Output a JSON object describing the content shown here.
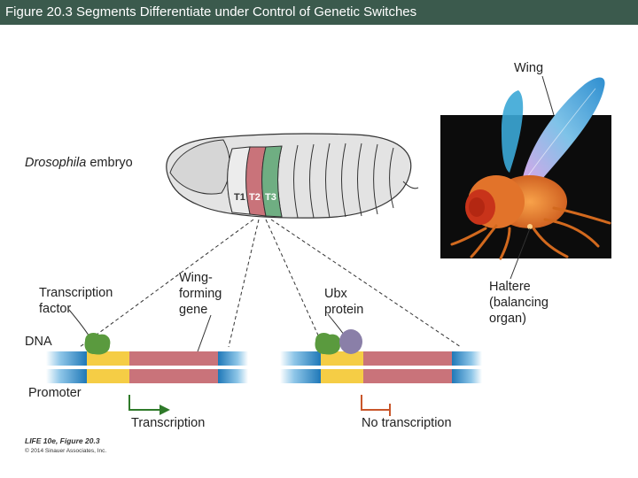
{
  "title": "Figure 20.3  Segments Differentiate under Control of Genetic Switches",
  "labels": {
    "embryo": {
      "italic": "Drosophila",
      "rest": " embryo"
    },
    "segments": [
      "T1",
      "T2",
      "T3"
    ],
    "wing": "Wing",
    "haltere": [
      "Haltere",
      "(balancing",
      "organ)"
    ],
    "transcription_factor": [
      "Transcription",
      "factor"
    ],
    "wing_forming_gene": [
      "Wing-",
      "forming",
      "gene"
    ],
    "ubx_protein": [
      "Ubx",
      "protein"
    ],
    "dna": "DNA",
    "promoter": "Promoter",
    "transcription": "Transcription",
    "no_transcription": "No transcription"
  },
  "credit": {
    "line1": "LIFE 10e, Figure 20.3",
    "line2": "© 2014 Sinauer Associates, Inc."
  },
  "colors": {
    "title_bar": "#3b5a4d",
    "t2_segment": "#c9737a",
    "t3_segment": "#6fae82",
    "promoter": "#f5cd45",
    "gene": "#c9737a",
    "dna_flank": "#2d86c0",
    "transcription_factor": "#5a9a3e",
    "ubx_protein": "#8a7fa8"
  }
}
